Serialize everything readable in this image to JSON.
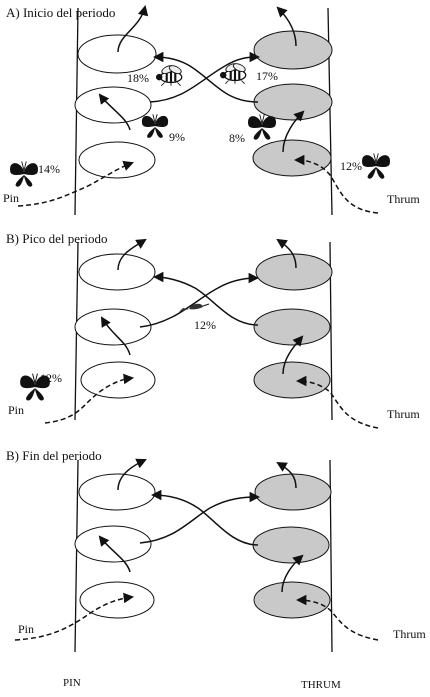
{
  "figure": {
    "panels": [
      {
        "title": "A) Inicio del periodo",
        "pin_label": "Pin",
        "thrum_label": "Thrum",
        "percent_labels": [
          "18%",
          "17%",
          "9%",
          "8%",
          "14%",
          "12%"
        ]
      },
      {
        "title": "B) Pico del periodo",
        "pin_label": "Pin",
        "thrum_label": "Thrum",
        "percent_labels": [
          "12%",
          "12%"
        ]
      },
      {
        "title": "B) Fin del periodo",
        "pin_label": "Pin",
        "thrum_label": "Thrum",
        "percent_labels": []
      }
    ],
    "axis_labels": {
      "left": "PIN",
      "right": "THRUM"
    },
    "colors": {
      "pin_fill": "#ffffff",
      "thrum_fill": "#c9c9c9",
      "stroke": "#111111"
    },
    "icons": [
      "bee-icon",
      "butterfly-icon",
      "hummingbird-icon"
    ]
  }
}
